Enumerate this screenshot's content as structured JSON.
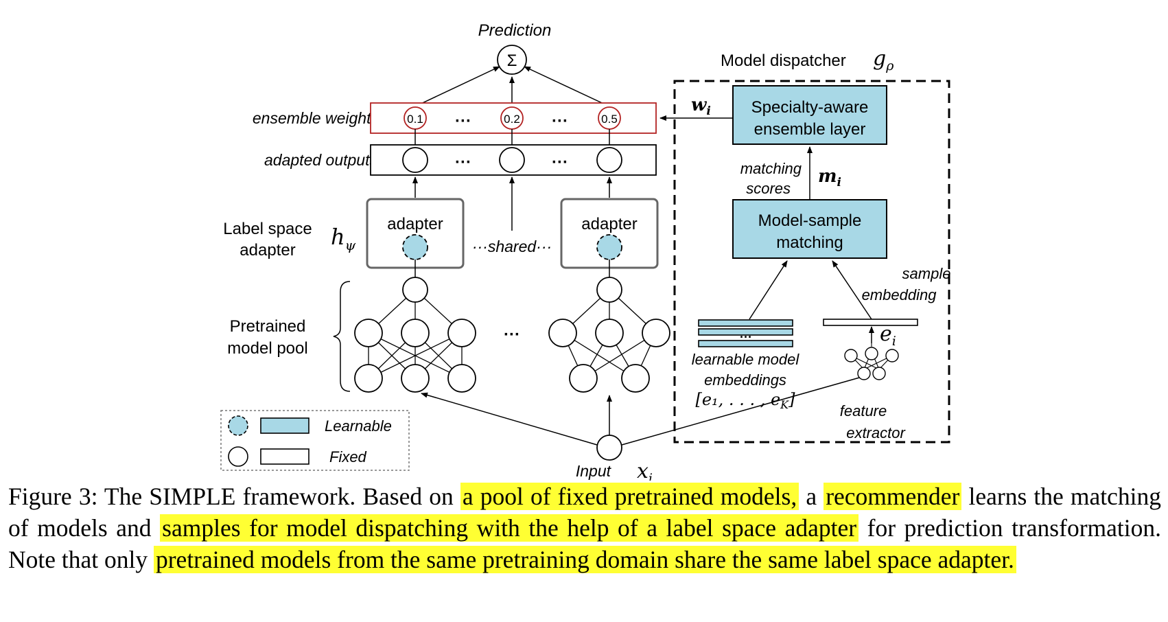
{
  "figure": {
    "prediction_label": "Prediction",
    "sigma_symbol": "Σ",
    "ensemble_weights_label": "ensemble weights",
    "weights": [
      "0.1",
      "0.2",
      "0.5"
    ],
    "dots": "···",
    "adapted_outputs_label": "adapted outputs",
    "label_space_adapter_label": [
      "Label space",
      "adapter"
    ],
    "h_psi": "h",
    "h_psi_sub": "ψ",
    "adapter_label": "adapter",
    "shared_label": "···shared···",
    "pretrained_pool_label": [
      "Pretrained",
      "model pool"
    ],
    "input_label": "Input",
    "input_var": "x",
    "input_sub": "i",
    "legend": {
      "learnable": "Learnable",
      "fixed": "Fixed"
    },
    "dispatcher": {
      "title": "Model dispatcher",
      "g": "g",
      "g_sub": "ρ",
      "ensemble_layer": [
        "Specialty-aware",
        "ensemble layer"
      ],
      "w": "w",
      "w_sub": "i",
      "matching_scores": [
        "matching",
        "scores"
      ],
      "m": "m",
      "m_sub": "i",
      "model_sample_matching": [
        "Model-sample",
        "matching"
      ],
      "sample_embedding": [
        "sample",
        "embedding"
      ],
      "e": "e",
      "e_sub": "i",
      "learnable_embeddings": [
        "learnable model",
        "embeddings"
      ],
      "embedding_list": "[e₁, . . . , e",
      "embedding_list_sub": "K",
      "embedding_list_end": "]",
      "feature_extractor": [
        "feature",
        "extractor"
      ]
    },
    "colors": {
      "learnable_fill": "#a8d8e6",
      "weight_border": "#b22222",
      "highlight": "#ffff33"
    }
  },
  "caption": {
    "p1": "Figure 3: The SIMPLE framework. Based on ",
    "h1": "a pool of fixed pretrained models,",
    "p2": " a ",
    "h2": "recommender",
    "p3": " learns the matching of models and ",
    "h3": "samples for model dispatching with the help of a label space adapter",
    "p4": " for prediction transformation. Note that only ",
    "h4": "pretrained models from the same pretraining domain share the same label space adapter."
  }
}
